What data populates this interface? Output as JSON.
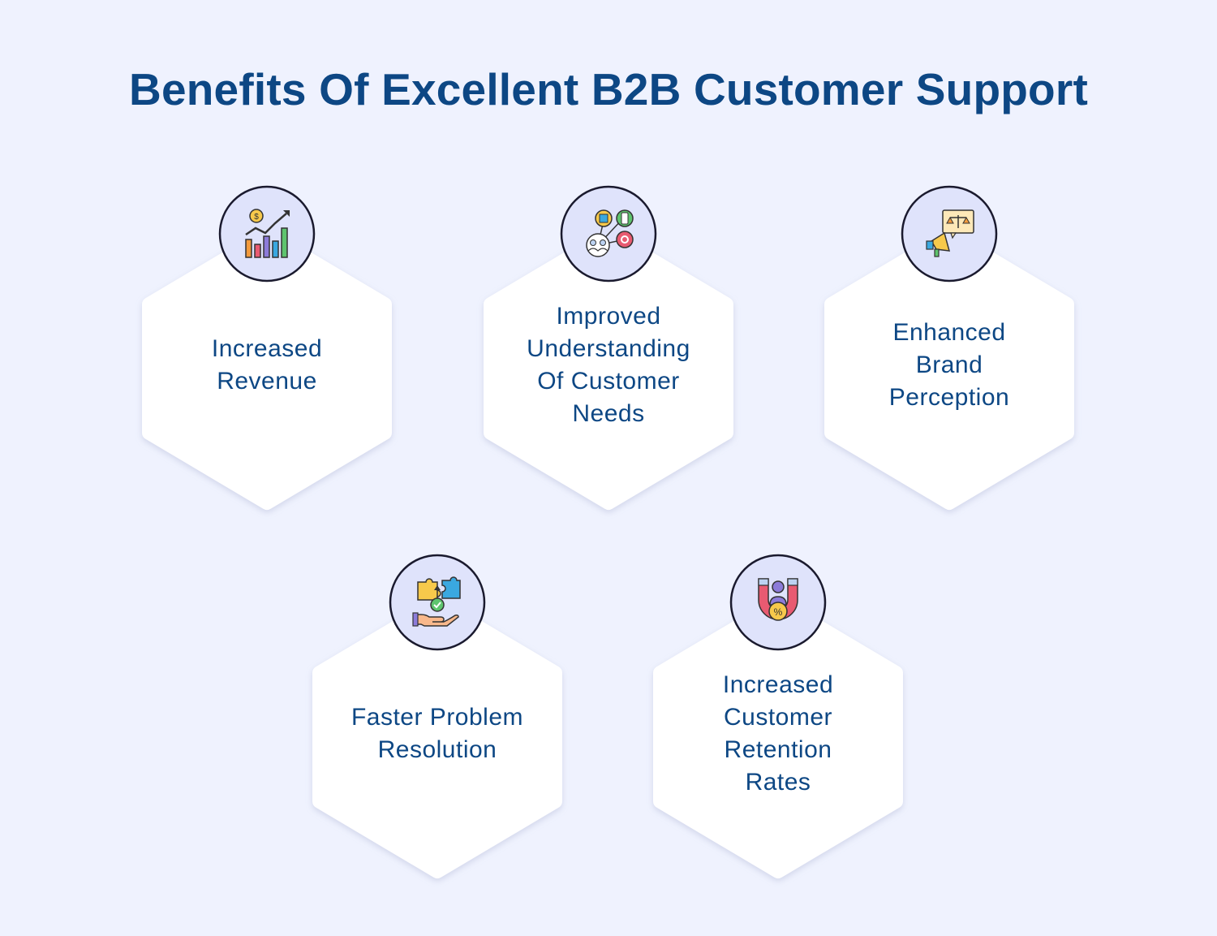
{
  "title": "Benefits Of Excellent B2B Customer Support",
  "colors": {
    "background": "#eff2fe",
    "text": "#0d4784",
    "card_fill": "#ffffff",
    "icon_circle_fill": "#dfe3fb",
    "icon_circle_stroke": "#1a1a2e"
  },
  "benefits": [
    {
      "label": "Increased Revenue",
      "lines": [
        "Increased",
        "Revenue"
      ],
      "icon": "revenue-chart-icon"
    },
    {
      "label": "Improved Understanding Of Customer Needs",
      "lines": [
        "Improved",
        "Understanding",
        "Of Customer",
        "Needs"
      ],
      "icon": "customer-needs-icon"
    },
    {
      "label": "Enhanced Brand Perception",
      "lines": [
        "Enhanced",
        "Brand",
        "Perception"
      ],
      "icon": "brand-megaphone-icon"
    },
    {
      "label": "Faster Problem Resolution",
      "lines": [
        "Faster Problem",
        "Resolution"
      ],
      "icon": "puzzle-hand-icon"
    },
    {
      "label": "Increased Customer Retention Rates",
      "lines": [
        "Increased",
        "Customer",
        "Retention",
        "Rates"
      ],
      "icon": "retention-magnet-icon"
    }
  ]
}
